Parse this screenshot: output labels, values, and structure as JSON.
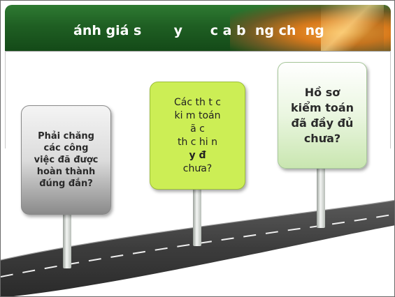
{
  "slide": {
    "title": "ánh giá s       y      c a b  ng ch  ng"
  },
  "signs": [
    {
      "text": "Phải chăng\ncác công\nviệc đã được\nhoàn thành\nđúng đắn?"
    },
    {
      "text_main": "Các th   t  c\nki  m toán\nã       c\nth  c hi  n",
      "text_bold": "y đ",
      "text_end": "chưa?"
    },
    {
      "text": "Hồ sơ\nkiểm toán\nđã đầy đủ\nchưa?"
    }
  ],
  "colors": {
    "title_bar": "#1f5f23",
    "sign_1": "#dcdcdc",
    "sign_2": "#ccee55",
    "sign_3": "#eaf6e0",
    "road": "#3a3a3a"
  }
}
